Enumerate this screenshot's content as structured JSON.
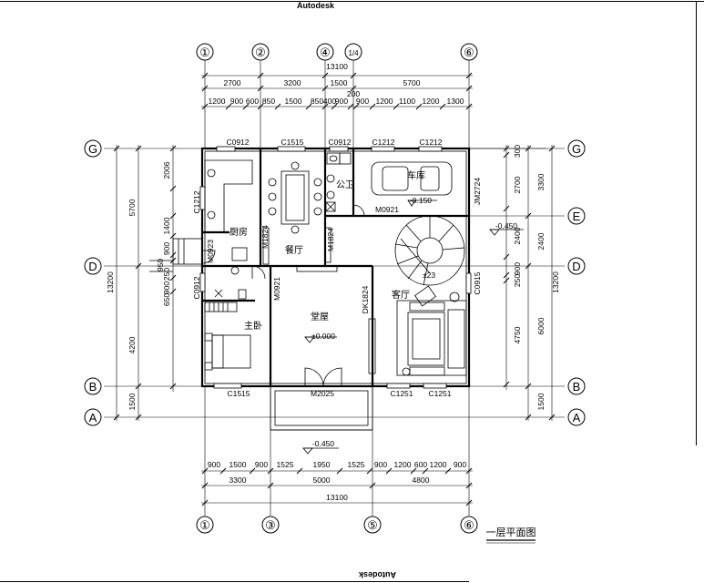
{
  "watermark": "Autodesk",
  "drawing_title": "一层平面图",
  "axes": {
    "top": [
      "①",
      "②",
      "④",
      "1/4",
      "⑥"
    ],
    "bottom": [
      "①",
      "③",
      "⑤",
      "⑥"
    ],
    "left": [
      "G",
      "D",
      "B",
      "A"
    ],
    "right": [
      "G",
      "E",
      "D",
      "B",
      "A"
    ]
  },
  "dimensions": {
    "top_total": "13100",
    "top_row1": [
      "2700",
      "3200",
      "1500",
      "5700"
    ],
    "top_row2": [
      "1200",
      "900",
      "600",
      "850",
      "1500",
      "850",
      "400",
      "900",
      "200",
      "900",
      "1200",
      "1100",
      "1200",
      "1300"
    ],
    "bottom_row1": [
      "900",
      "1500",
      "900",
      "1525",
      "1950",
      "1525",
      "900",
      "1200",
      "600",
      "1200",
      "900"
    ],
    "bottom_row2": [
      "3300",
      "5000",
      "4800"
    ],
    "bottom_total": "13100",
    "left_outer": [
      "13200"
    ],
    "left_mid": [
      "5700",
      "4200",
      "1500"
    ],
    "left_inner": [
      "2006",
      "1400",
      "900",
      "950",
      "250",
      "900",
      "650"
    ],
    "right_inner": [
      "300",
      "2700",
      "2400",
      "900",
      "250",
      "4750"
    ],
    "right_mid": [
      "3300",
      "2400",
      "6000",
      "1500"
    ],
    "right_outer": [
      "13200"
    ]
  },
  "windows": [
    "C0912",
    "C1515",
    "C0912",
    "C1212",
    "C1212",
    "C1212",
    "C0912",
    "C1515",
    "C1251",
    "C1251",
    "C0915"
  ],
  "doors": [
    "JM2724",
    "M0921",
    "M0923",
    "M1824",
    "M1824",
    "M0921",
    "DK1824",
    "M2025"
  ],
  "rooms": {
    "kitchen": "厨房",
    "dining": "餐厅",
    "wc": "公卫",
    "garage": "车库",
    "hall": "堂屋",
    "living": "客厅",
    "bedroom": "主卧"
  },
  "levels": {
    "garage": "-0.150",
    "outside_e": "-0.450",
    "hall": "±0.000",
    "porch": "-0.450",
    "stair": "±23"
  }
}
